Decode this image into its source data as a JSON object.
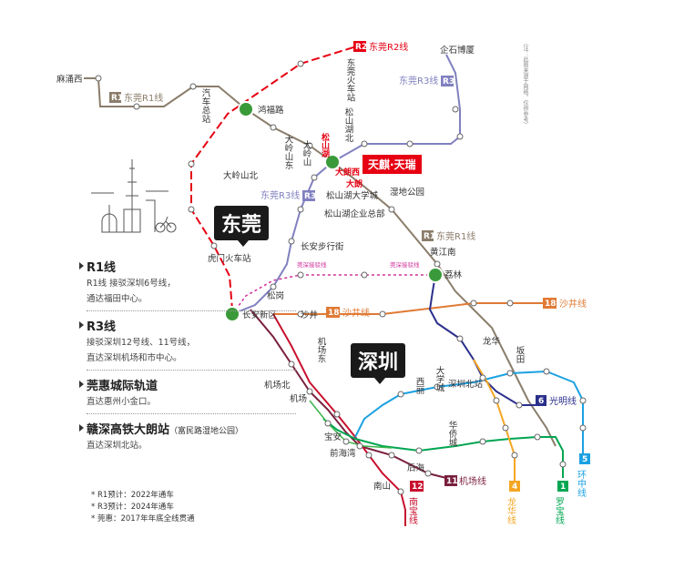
{
  "cities": {
    "dongguan": "东莞",
    "shenzhen": "深圳"
  },
  "tianqi_label": "天麒·天瑞",
  "songshanhu_label": "松山湖",
  "dalangxi_label": "大朗西",
  "dalang_label": "大朗",
  "note_vertical": "（注：此图来源于网络，仅供参考）",
  "lines": {
    "r1": {
      "badge": "R1",
      "name": "东莞R1线",
      "color": "#8b7d6b"
    },
    "r2": {
      "badge": "R2",
      "name": "东莞R2线",
      "color": "#e60012"
    },
    "r3": {
      "badge": "R3",
      "name": "东莞R3线",
      "color": "#8080c0"
    },
    "l18": {
      "badge": "18",
      "name": "沙井线",
      "color": "#e07a35"
    },
    "l12": {
      "badge": "12",
      "name": "南宝线",
      "color": "#c8102e"
    },
    "l11": {
      "badge": "11",
      "name": "机场线",
      "color": "#7a1f3d"
    },
    "l4": {
      "badge": "4",
      "name": "龙华线",
      "color": "#f5a623"
    },
    "l1": {
      "badge": "1",
      "name": "罗宝线",
      "color": "#00a651"
    },
    "l5": {
      "badge": "5",
      "name": "环中线",
      "color": "#1ba1e2"
    },
    "l6": {
      "badge": "6",
      "name": "光明线",
      "color": "#2b2f8c"
    },
    "guanhui": {
      "name": "莞深接驳线",
      "color": "#d0309a"
    }
  },
  "stations": {
    "mayongxi": "麻涌西",
    "qishizhan": "汽车总站",
    "hongfulu": "鸿福路",
    "dongguan_hcz": "东莞火车站",
    "songshanhubei": "松山湖北",
    "qishibosha": "企石博厦",
    "dalingshandong": "大岭山东",
    "dalingshan": "大岭山",
    "dalingshanbei": "大岭山北",
    "songshanhudaxuecheng": "松山湖大学城",
    "songshanhuqiye": "松山湖企业总部",
    "shidigongyuan": "湿地公园",
    "humen": "虎门火车站",
    "huangjiangnan": "黄江南",
    "changanbuxing": "长安步行街",
    "lilin": "荔林",
    "songgang": "松岗",
    "shajing": "沙井",
    "changanxinqu": "长安新区",
    "jichangdong": "机场东",
    "jichangbei": "机场北",
    "jichang": "机场",
    "xili": "西丽",
    "daxuecheng": "大学城",
    "shenzhenbeizhan": "深圳北站",
    "longhua": "龙华",
    "bantian": "坂田",
    "huaqiaocheng": "华侨城",
    "baoan": "宝安",
    "qianhaiwan": "前海湾",
    "nanshan": "南山",
    "houhai": "后海"
  },
  "legend": [
    {
      "title": "R1线",
      "sub": "",
      "lines": [
        "R1线 接驳深圳6号线，",
        "通达福田中心。"
      ]
    },
    {
      "title": "R3线",
      "sub": "",
      "lines": [
        "接驳深圳12号线、11号线，",
        "直达深圳机场和市中心。"
      ]
    },
    {
      "title": "莞惠城际轨道",
      "sub": "",
      "lines": [
        "直达惠州小金口。"
      ]
    },
    {
      "title": "赣深高铁大朗站",
      "sub": "（富民路湿地公园）",
      "lines": [
        "直达深圳北站。"
      ]
    }
  ],
  "notes": [
    "* R1预计：2022年通车",
    "* R3预计：2024年通车",
    "* 莞惠：2017年年底全线贯通"
  ]
}
